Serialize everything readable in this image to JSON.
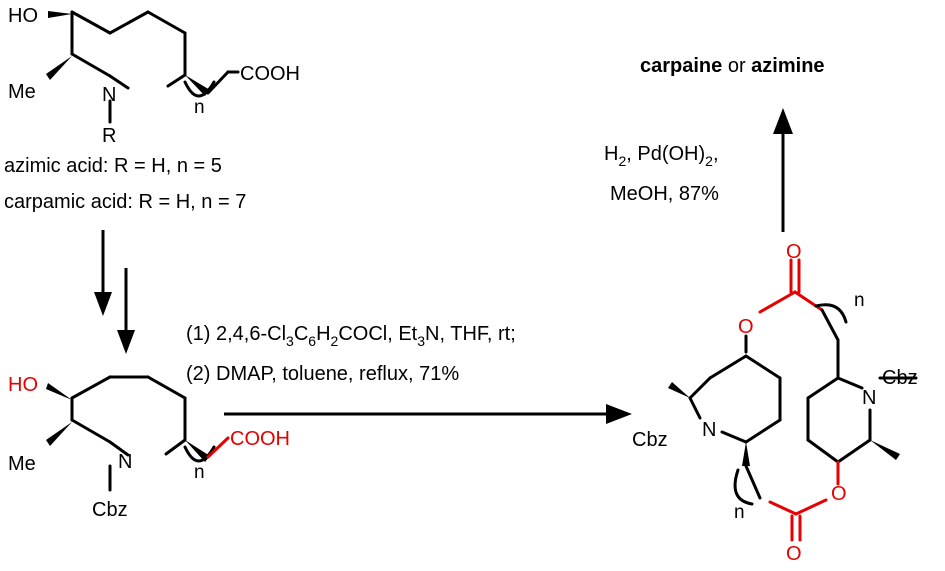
{
  "colors": {
    "bond": "#000000",
    "highlight": "#e60000"
  },
  "start": {
    "atoms": {
      "ho": "HO",
      "me": "Me",
      "n": "N",
      "r": "R",
      "cooh": "COOH",
      "n_sub": "n"
    },
    "lines": [
      {
        "name": "azimic acid: R = H, n = 5"
      },
      {
        "name": "carpamic acid: R = H, n = 7"
      }
    ]
  },
  "intermediate": {
    "atoms": {
      "ho": "HO",
      "me": "Me",
      "n": "N",
      "cbz": "Cbz",
      "cooh": "COOH",
      "n_sub": "n"
    }
  },
  "macrocycle": {
    "atoms": {
      "o_top": "O",
      "o_top_ring": "O",
      "o_bottom": "O",
      "o_bottom_ring": "O",
      "n_left": "N",
      "n_right": "N",
      "cbz_left": "Cbz",
      "cbz_right": "Cbz",
      "n_top": "n",
      "n_bottom": "n"
    }
  },
  "reaction": {
    "step1_prefix": "(1) 2,4,6-Cl",
    "step1_sub1": "3",
    "step1_mid1": "C",
    "step1_sub2": "6",
    "step1_mid2": "H",
    "step1_sub3": "2",
    "step1_mid3": "COCl, Et",
    "step1_sub4": "3",
    "step1_suffix": "N, THF, rt;",
    "step2": "(2) DMAP, toluene, reflux, 71%"
  },
  "hydrogenation": {
    "line1_a": "H",
    "line1_sub": "2",
    "line1_b": ", Pd(OH)",
    "line1_sub2": "2",
    "line1_c": ",",
    "line2": "MeOH, 87%"
  },
  "product": {
    "name1": "carpaine",
    "or": " or ",
    "name2": "azimine"
  }
}
